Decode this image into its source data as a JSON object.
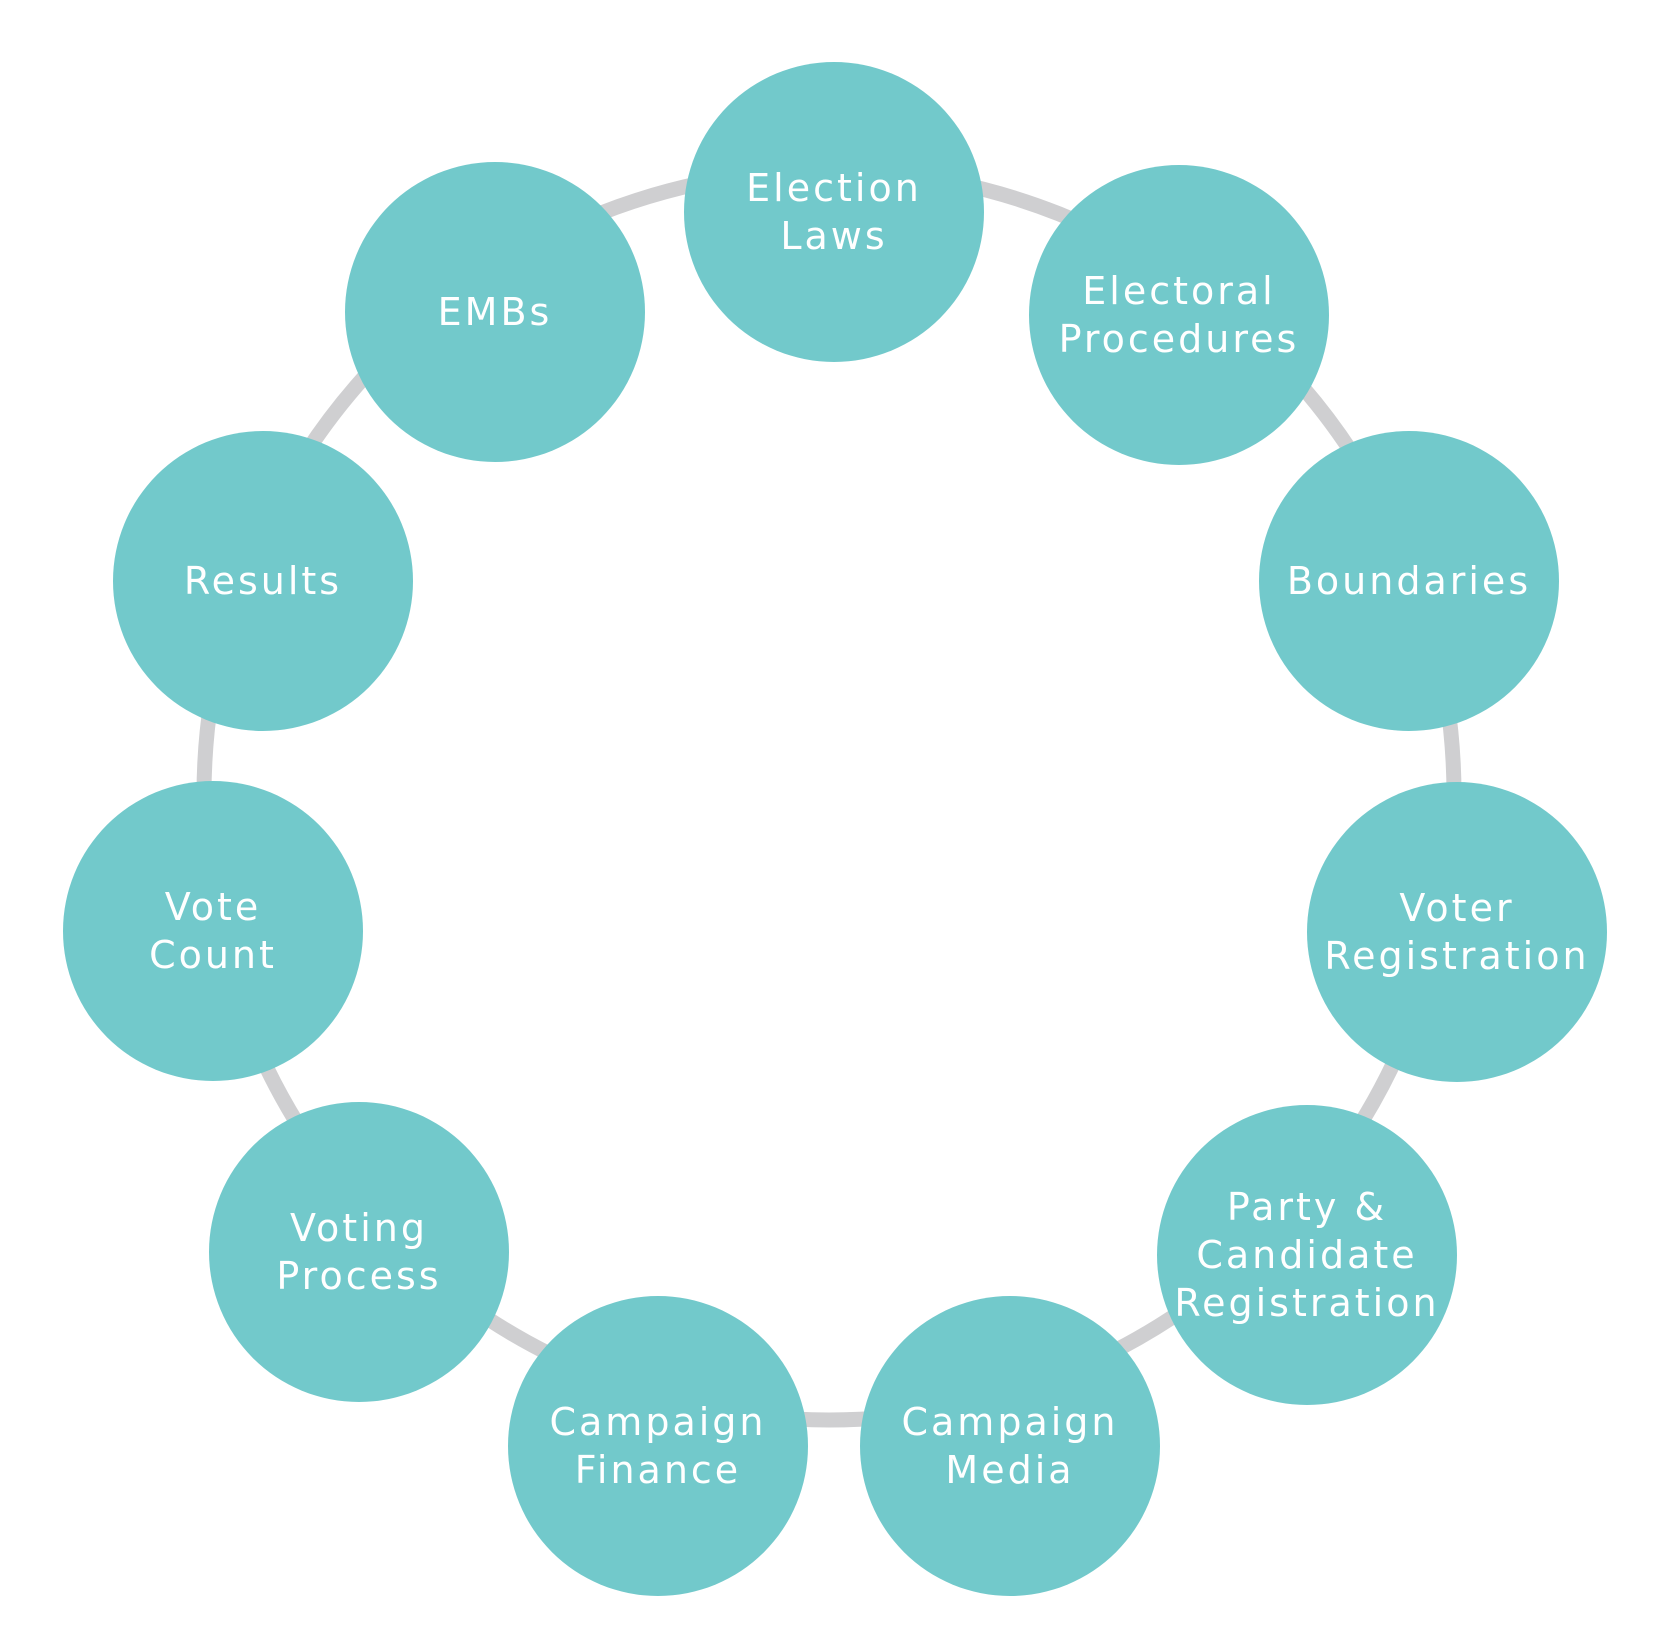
{
  "diagram": {
    "type": "cycle",
    "colors": {
      "node_fill": "#72c9cb",
      "ring": "#cfcfd1",
      "text": "#ffffff",
      "background": "#ffffff"
    },
    "nodes": [
      {
        "id": "election-laws",
        "lines": [
          "Election",
          "Laws"
        ]
      },
      {
        "id": "electoral-procedures",
        "lines": [
          "Electoral",
          "Procedures"
        ]
      },
      {
        "id": "boundaries",
        "lines": [
          "Boundaries"
        ]
      },
      {
        "id": "voter-registration",
        "lines": [
          "Voter",
          "Registration"
        ]
      },
      {
        "id": "party-candidate-registration",
        "lines": [
          "Party &",
          "Candidate",
          "Registration"
        ]
      },
      {
        "id": "campaign-media",
        "lines": [
          "Campaign",
          "Media"
        ]
      },
      {
        "id": "campaign-finance",
        "lines": [
          "Campaign",
          "Finance"
        ]
      },
      {
        "id": "voting-process",
        "lines": [
          "Voting",
          "Process"
        ]
      },
      {
        "id": "vote-count",
        "lines": [
          "Vote",
          "Count"
        ]
      },
      {
        "id": "results",
        "lines": [
          "Results"
        ]
      },
      {
        "id": "embs",
        "lines": [
          "EMBs"
        ]
      }
    ]
  }
}
